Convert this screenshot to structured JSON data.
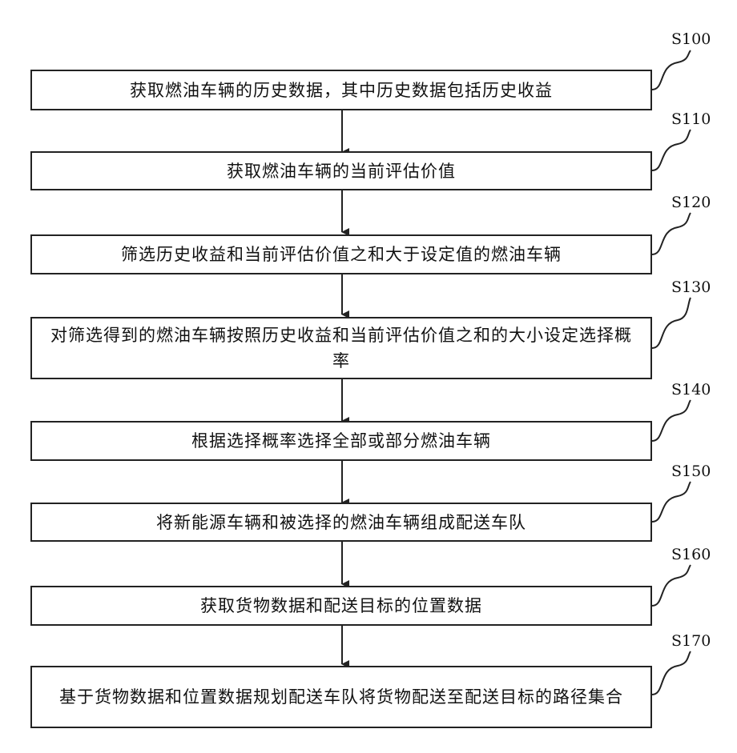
{
  "steps": [
    {
      "id": "S100",
      "text": "获取燃油车辆的历史数据，其中历史数据包括历史收益"
    },
    {
      "id": "S110",
      "text": "获取燃油车辆的当前评估价值"
    },
    {
      "id": "S120",
      "text": "筛选历史收益和当前评估价值之和大于设定值的燃油车辆"
    },
    {
      "id": "S130",
      "text": "对筛选得到的燃油车辆按照历史收益和当前评估价值之和的大小设定选择概率"
    },
    {
      "id": "S140",
      "text": "根据选择概率选择全部或部分燃油车辆"
    },
    {
      "id": "S150",
      "text": "将新能源车辆和被选择的燃油车辆组成配送车队"
    },
    {
      "id": "S160",
      "text": "获取货物数据和配送目标的位置数据"
    },
    {
      "id": "S170",
      "text": "基于货物数据和位置数据规划配送车队将货物配送至配送目标的路径集合"
    }
  ]
}
